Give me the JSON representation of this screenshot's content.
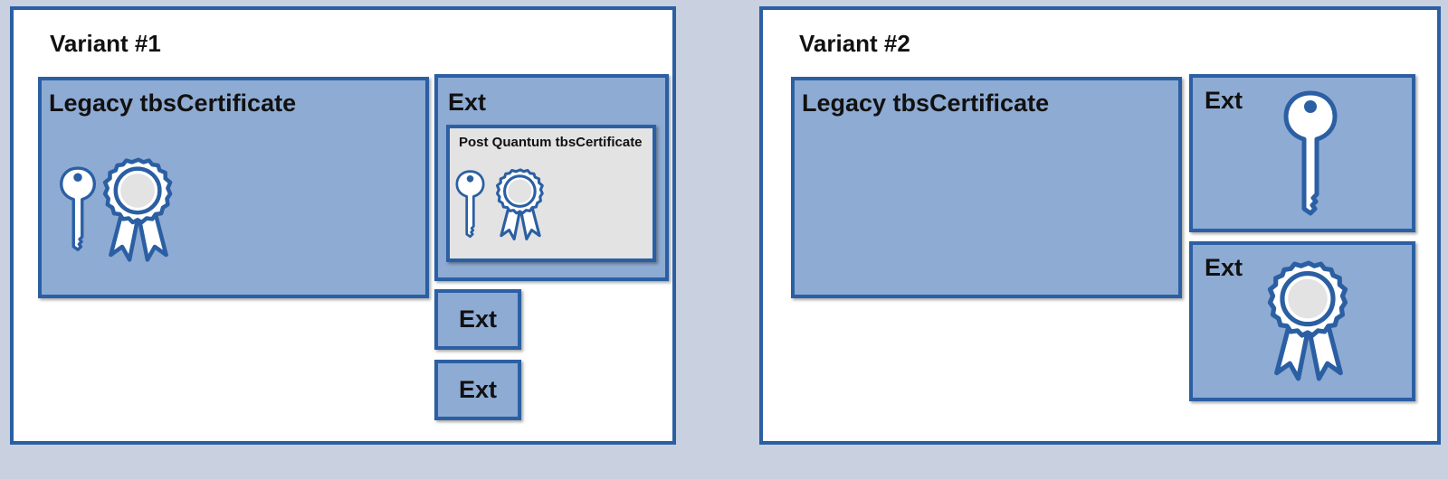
{
  "variant1": {
    "title": "Variant #1",
    "legacy_label": "Legacy tbsCertificate",
    "ext_label": "Ext",
    "pq_label": "Post Quantum tbsCertificate",
    "ext_small_1": "Ext",
    "ext_small_2": "Ext"
  },
  "variant2": {
    "title": "Variant #2",
    "legacy_label": "Legacy tbsCertificate",
    "ext_key_label": "Ext",
    "ext_cert_label": "Ext"
  },
  "colors": {
    "background": "#c9d0df",
    "panel": "#ffffff",
    "border": "#2b5fa3",
    "box_fill": "#8eabd3",
    "pq_fill": "#e3e3e3"
  },
  "icons": [
    "key-icon",
    "award-ribbon-icon"
  ]
}
